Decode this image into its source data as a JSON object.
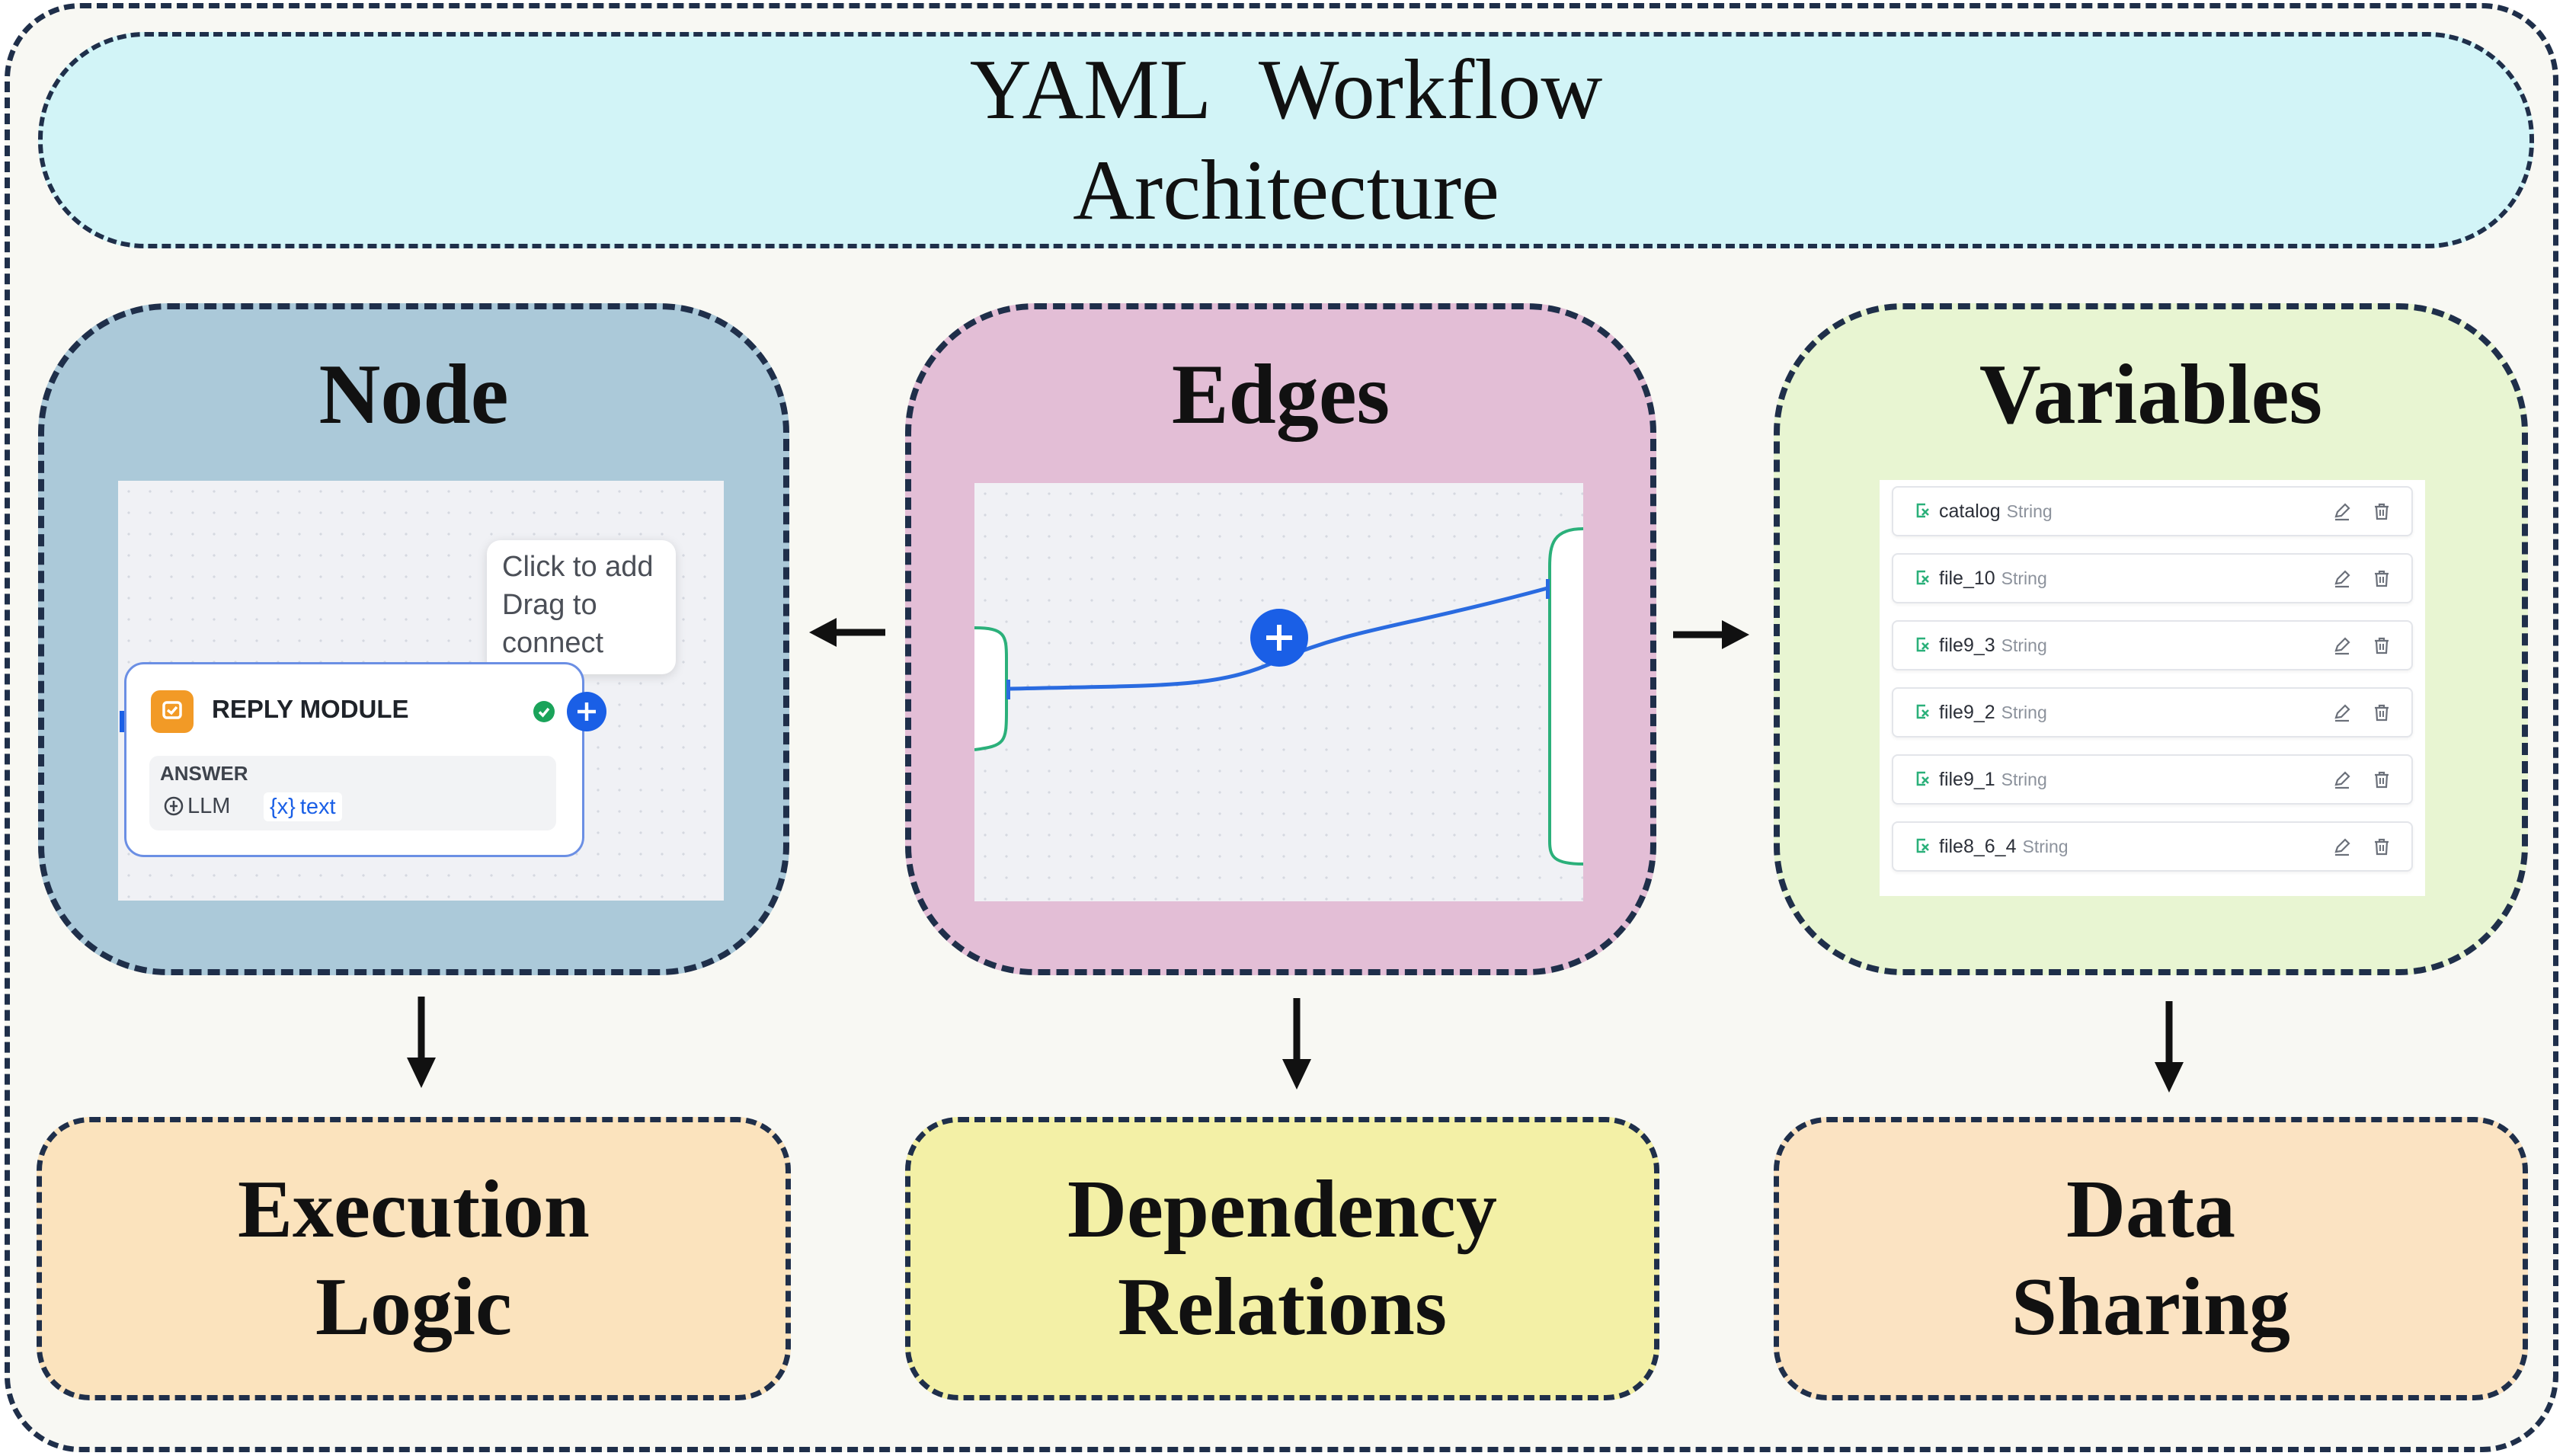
{
  "title": {
    "line1": "YAML   Workflow",
    "line2": "Architecture"
  },
  "panels": {
    "node": {
      "title": "Node",
      "tooltip": {
        "line1": "Click to add",
        "line2": "Drag to",
        "line3": "connect"
      },
      "module": {
        "name": "REPLY MODULE",
        "field_label": "ANSWER",
        "chip_llm": "LLM",
        "chip_var": "text"
      }
    },
    "edges": {
      "title": "Edges"
    },
    "variables": {
      "title": "Variables",
      "items": [
        {
          "name": "catalog",
          "type": "String"
        },
        {
          "name": "file_10",
          "type": "String"
        },
        {
          "name": "file9_3",
          "type": "String"
        },
        {
          "name": "file9_2",
          "type": "String"
        },
        {
          "name": "file9_1",
          "type": "String"
        },
        {
          "name": "file8_6_4",
          "type": "String"
        }
      ]
    }
  },
  "outcomes": {
    "execution": {
      "line1": "Execution",
      "line2": "Logic"
    },
    "dependency": {
      "line1": "Dependency",
      "line2": "Relations"
    },
    "data": {
      "line1": "Data",
      "line2": "Sharing"
    }
  },
  "colors": {
    "title_bg": "#d2f4f7",
    "node_bg": "#abc9d9",
    "edges_bg": "#e3bed6",
    "variables_bg": "#e8f5d2",
    "execution_bg": "#fbe3bd",
    "dependency_bg": "#f3f0a6",
    "data_bg": "#fbe3c2",
    "border": "#1f2f4a",
    "accent_blue": "#1a5fe6",
    "module_icon": "#f29a26",
    "edge_green": "#2bb07a"
  },
  "icons": [
    "check-circle-icon",
    "add-icon",
    "variable-icon",
    "edit-icon",
    "trash-icon",
    "arrow-left-icon",
    "arrow-right-icon",
    "arrow-down-icon"
  ]
}
